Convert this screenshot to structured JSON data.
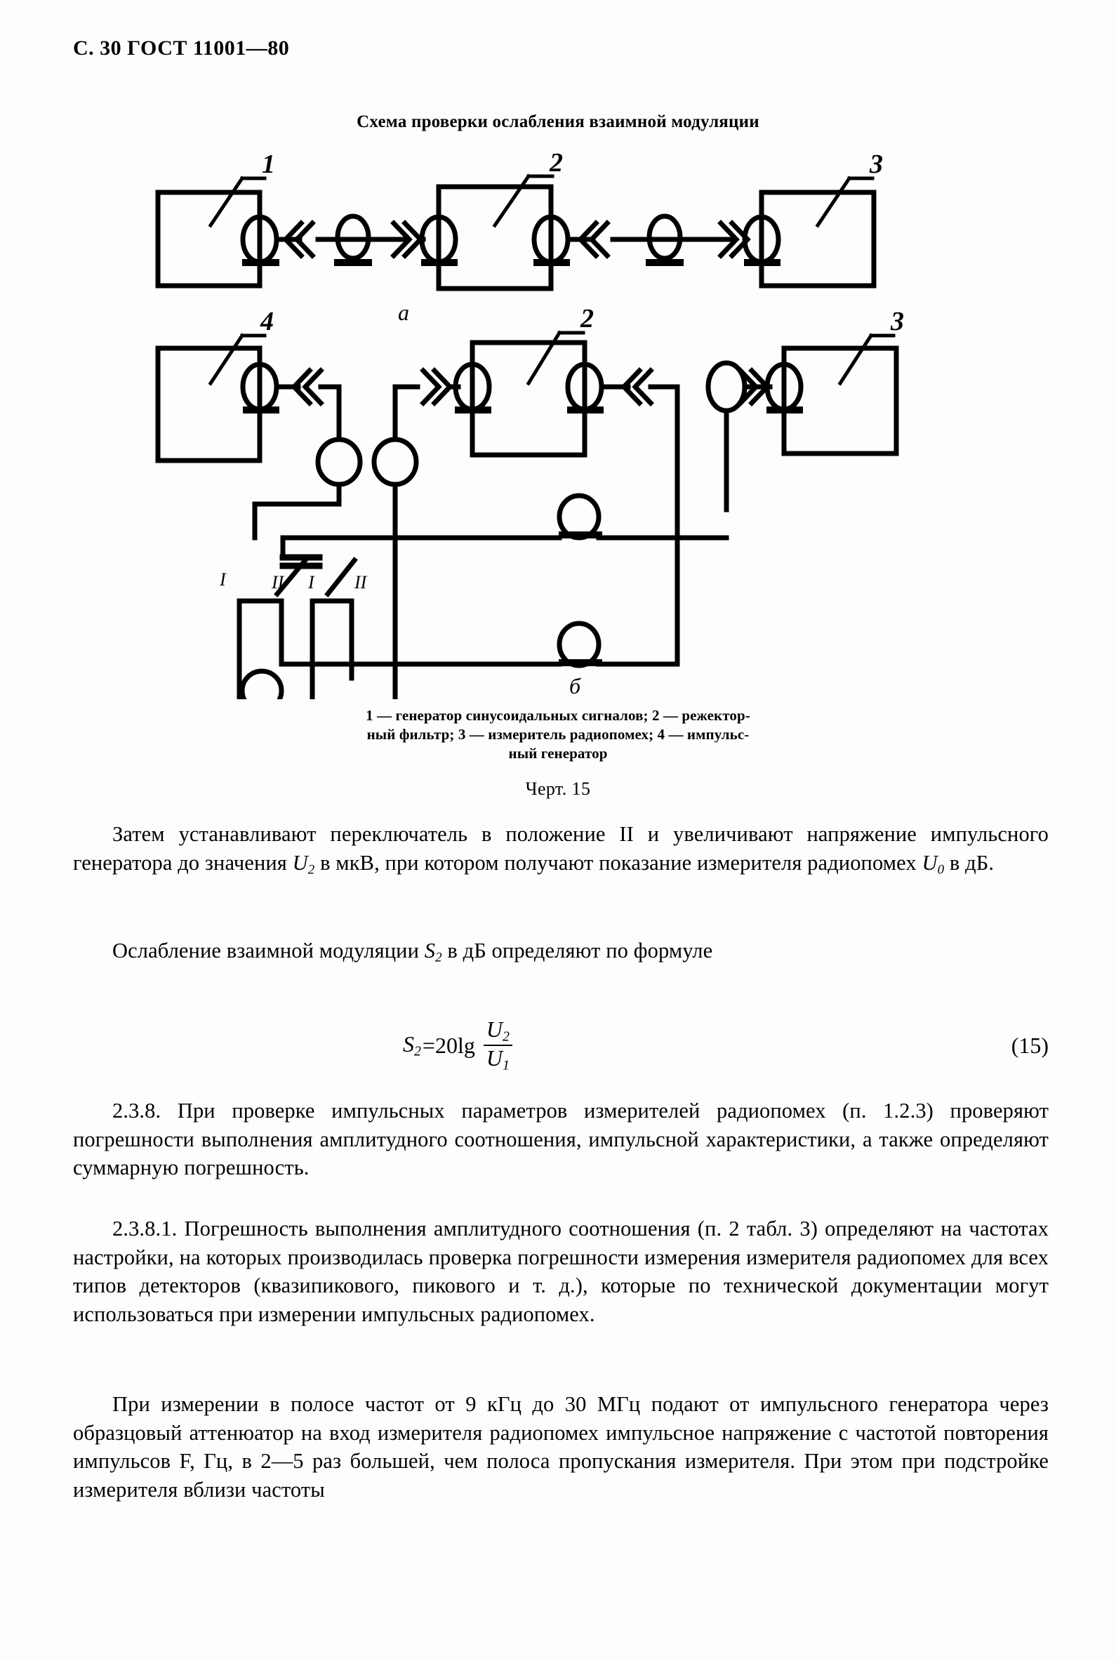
{
  "header": {
    "page_marker": "С. 30",
    "standard": "ГОСТ 11001—80",
    "full": "С. 30 ГОСТ 11001—80"
  },
  "figure": {
    "title": "Схема проверки ослабления взаимной модуляции",
    "number_label": "Черт. 15",
    "sublabel_a": "а",
    "sublabel_b": "б",
    "caption_line1": "1 — генератор синусоидальных сигналов; 2 — режектор-",
    "caption_line2": "ный фильтр; 3 — измеритель радиопомех; 4 — импульс-",
    "caption_line3": "ный генератор",
    "caption_full": "1 — генератор синусоидальных сигналов; 2 — режекторный фильтр; 3 — измеритель радиопомех; 4 — импульсный генератор",
    "diagram_a": {
      "name": "Схема а",
      "blocks": [
        {
          "id": "1",
          "label": "1",
          "role": "генератор синусоидальных сигналов"
        },
        {
          "id": "2",
          "label": "2",
          "role": "режекторный фильтр"
        },
        {
          "id": "3",
          "label": "3",
          "role": "измеритель радиопомех"
        }
      ]
    },
    "diagram_b": {
      "name": "Схема б",
      "blocks": [
        {
          "id": "4",
          "label": "4",
          "role": "импульсный генератор"
        },
        {
          "id": "2",
          "label": "2",
          "role": "режекторный фильтр"
        },
        {
          "id": "3",
          "label": "3",
          "role": "измеритель радиопомех"
        }
      ],
      "switch_labels": [
        "I",
        "II",
        "I",
        "II"
      ]
    }
  },
  "body": {
    "para1": "Затем устанавливают переключатель в положение II и увеличивают напряжение импульсного генератора до значения U2 в мкВ, при котором получают показание измерителя радиопомех U0 в дБ.",
    "para1_segments": {
      "t1": "Затем устанавливают переключатель в  положение II и  увеличивают напряжение импульсного  генератора до  значения ",
      "v1": "U",
      "v1sub": "2",
      "t2": " в мкВ, при котором получают показание  измерителя радиопомех ",
      "v2": "U",
      "v2sub": "0",
      "t3": " в дБ."
    },
    "para2_segments": {
      "t1": "Ослабление взаимной модуляции ",
      "v1": "S",
      "v1sub": "2",
      "t2": " в дБ определяют по формуле"
    },
    "para3": "2.3.8. При проверке импульсных параметров измерителей радиопомех (п. 1.2.3) проверяют погрешности выполнения амплитудного соотношения, импульсной характеристики, а также определяют суммарную погрешность.",
    "para4": "2.3.8.1. Погрешность выполнения амплитудного соотношения (п. 2 табл. 3) определяют на частотах настройки, на которых производилась проверка погрешности измерения измерителя радиопомех для всех типов детекторов (квазипикового, пикового и т. д.), которые по технической документации могут использоваться при измерении импульсных радиопомех.",
    "para5": "При измерении в полосе частот от 9 кГц до 30 МГц подают от импульсного генератора через образцовый аттенюатор на вход измерителя радиопомех импульсное напряжение с частотой повторения импульсов F, Гц, в 2—5 раз большей, чем полоса пропускания измерителя. При этом при подстройке измерителя вблизи частоты"
  },
  "formula": {
    "lhs": "S",
    "lhs_sub": "2",
    "equals": "=20lg",
    "numerator": "U",
    "numerator_sub": "2",
    "denominator": "U",
    "denominator_sub": "1",
    "number": "(15)",
    "plain": "S2 = 20lg U2/U1"
  },
  "colors": {
    "ink": "#000000",
    "paper": "#fdfdfd"
  }
}
